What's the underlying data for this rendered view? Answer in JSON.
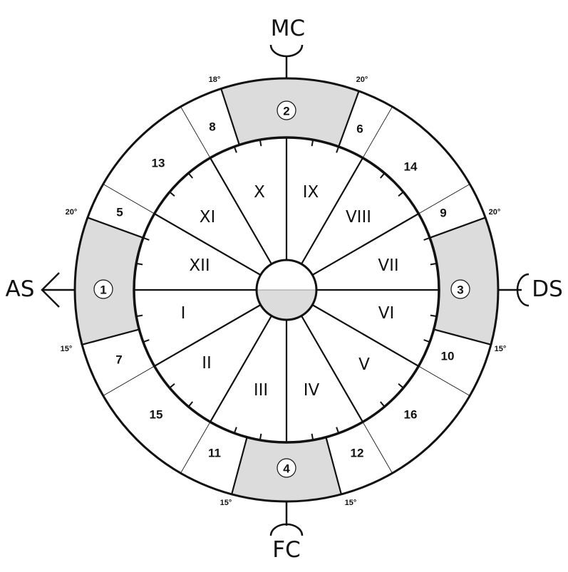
{
  "axes": {
    "mc": "MC",
    "fc": "FC",
    "as": "AS",
    "ds": "DS"
  },
  "houses": [
    "I",
    "II",
    "III",
    "IV",
    "V",
    "VI",
    "VII",
    "VIII",
    "IX",
    "X",
    "XI",
    "XII"
  ],
  "outer_numbers": {
    "n5": "5",
    "n6": "6",
    "n7": "7",
    "n8": "8",
    "n9": "9",
    "n10": "10",
    "n11": "11",
    "n12": "12",
    "n13": "13",
    "n14": "14",
    "n15": "15",
    "n16": "16"
  },
  "circled": {
    "c1": "1",
    "c2": "2",
    "c3": "3",
    "c4": "4"
  },
  "degrees": {
    "mc_left": "18°",
    "mc_right": "20°",
    "as_top": "20°",
    "as_bottom": "15°",
    "ds_top": "20°",
    "ds_bottom": "15°",
    "fc_left": "15°",
    "fc_right": "15°"
  },
  "colors": {
    "shade": "#dcdcdc",
    "line": "#111111"
  }
}
